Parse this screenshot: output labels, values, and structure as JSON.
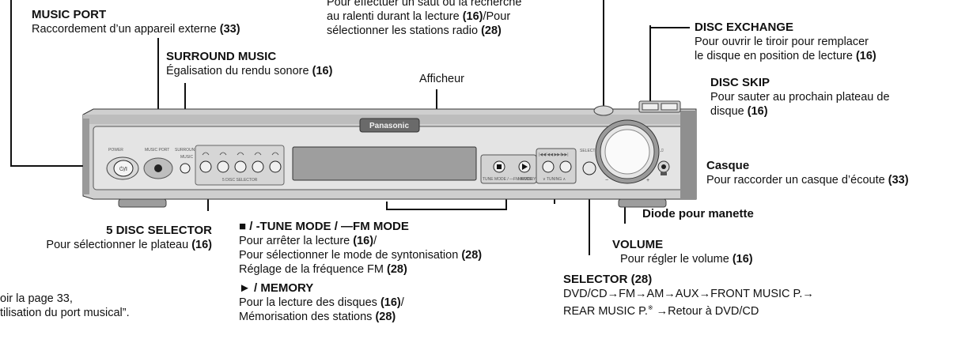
{
  "top_cut": {
    "line1": "Pour effectuer un saut ou la recherche",
    "line2a": "au ralenti durant la lecture ",
    "ref1": "(16)",
    "line2b": "/Pour",
    "line3": "sélectionner les stations radio ",
    "ref2": "(28)"
  },
  "music_port": {
    "title": "MUSIC PORT",
    "desc": "Raccordement d’un appareil externe ",
    "ref": "(33)"
  },
  "surround_music": {
    "title": "SURROUND MUSIC",
    "desc": "Égalisation du rendu sonore ",
    "ref": "(16)"
  },
  "afficheur": {
    "label": "Afficheur"
  },
  "disc_exchange": {
    "title": "DISC EXCHANGE",
    "line1": "Pour ouvrir le tiroir pour remplacer",
    "line2": "le disque en position de lecture ",
    "ref": "(16)"
  },
  "disc_skip": {
    "title": "DISC SKIP",
    "line1": "Pour sauter au prochain plateau de",
    "line2": "disque ",
    "ref": "(16)"
  },
  "casque": {
    "title": "Casque",
    "desc": "Pour raccorder un casque d’écoute ",
    "ref": "(33)"
  },
  "diode": {
    "title": "Diode pour manette"
  },
  "five_disc": {
    "title": "5 DISC SELECTOR",
    "desc": "Pour sélectionner le plateau ",
    "ref": "(16)"
  },
  "tune_mode": {
    "title": "■ / -TUNE MODE / —FM MODE",
    "l1": "Pour arrêter la lecture ",
    "l1ref": "(16)",
    "l1tail": "/",
    "l2": "Pour sélectionner le mode de syntonisation ",
    "l2ref": "(28)",
    "l3": "Réglage de la fréquence FM ",
    "l3ref": "(28)"
  },
  "memory": {
    "title": "► / MEMORY",
    "l1": "Pour la lecture des disques ",
    "l1ref": "(16)",
    "l1tail": "/",
    "l2": "Mémorisation des stations ",
    "l2ref": "(28)"
  },
  "volume": {
    "title": "VOLUME",
    "desc": "Pour régler le volume ",
    "ref": "(16)"
  },
  "selector": {
    "title": "SELECTOR (28)",
    "l1": "DVD/CD→FM→AM→AUX→FRONT MUSIC P.→",
    "l2": "REAR MUSIC P.",
    "mark": "※",
    "l2b": " →Retour à DVD/CD"
  },
  "footnote": {
    "l1": "oir la page 33,",
    "l2": "tilisation du port musical”."
  },
  "device": {
    "brand": "Panasonic",
    "power": "POWER",
    "power_symbol": "⏻/I",
    "music_port": "MUSIC PORT",
    "surround": "SURROUND",
    "surround2": "MUSIC",
    "disc_selector": "5 DISC SELECTOR",
    "tune_mode": "TUNE MODE / —FM MODE",
    "memory": "MEMORY",
    "skip": "|◀◀/◀◀   ▶▶/▶▶|",
    "tuning": "∨ TUNING ∧",
    "selector": "SELECTOR"
  }
}
